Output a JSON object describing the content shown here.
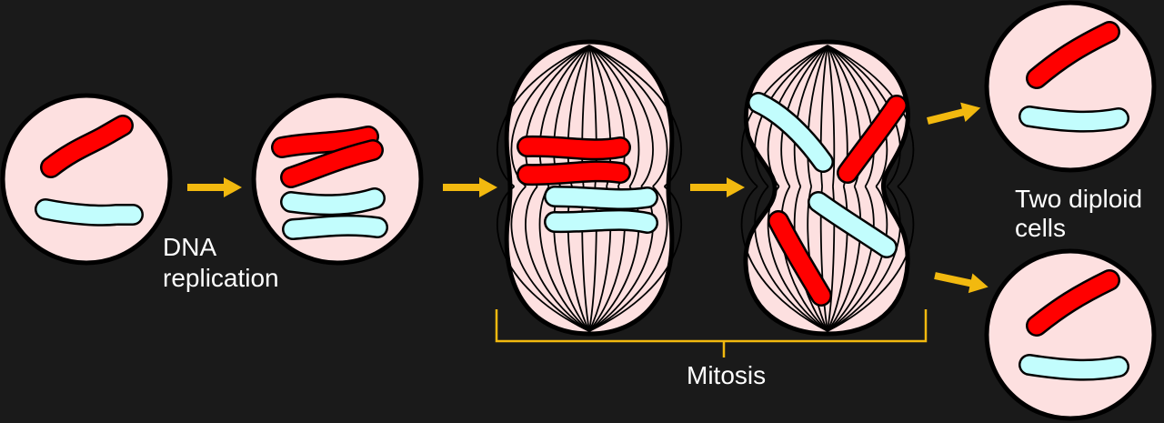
{
  "labels": {
    "dna_replication_line1": "DNA",
    "dna_replication_line2": "replication",
    "mitosis": "Mitosis",
    "two_diploid_line1": "Two diploid",
    "two_diploid_line2": "cells"
  },
  "colors": {
    "background": "#1a1a1a",
    "cell": "#fde0e0",
    "chromosome_red": "#ff0000",
    "chromosome_cyan": "#c2fdfd",
    "arrow": "#f2b90f"
  }
}
